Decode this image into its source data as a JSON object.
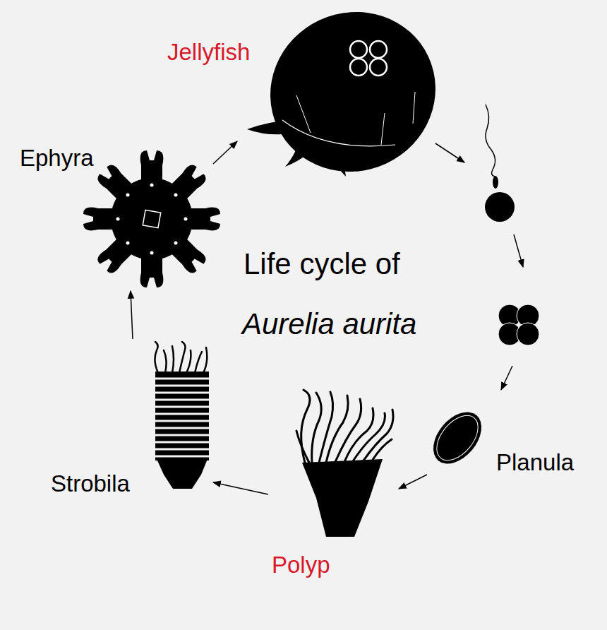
{
  "diagram": {
    "title": "Life cycle of",
    "nodes": [
      {
        "text": [
          "Jellyfish"
        ]
      },
      {
        "text": [
          "Planula"
        ]
      },
      {
        "text": [
          "Polyp"
        ]
      },
      {
        "text": [
          "Strobila"
        ]
      },
      {
        "text": [
          "Ephyra"
        ]
      }
    ],
    "edges": [
      {
        "from": 1,
        "to": 2,
        "arrow": "to"
      },
      {
        "from": 2,
        "to": 3,
        "arrow": "to"
      },
      {
        "from": 3,
        "to": 4,
        "arrow": "to"
      },
      {
        "from": 4,
        "to": 0,
        "arrow": "to"
      }
    ],
    "labels": [
      "Aurelia aurita"
    ]
  }
}
